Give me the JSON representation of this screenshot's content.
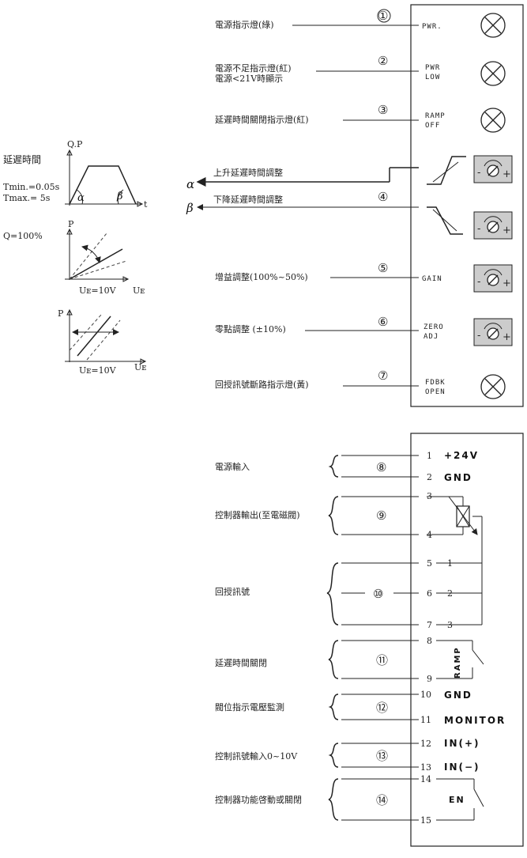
{
  "left": {
    "delay_title": "延遲時間",
    "qp_label": "Q.P",
    "t_label": "t",
    "tmin": "Tmin.=0.05s",
    "tmax": "Tmax.= 5s",
    "alpha": "α",
    "beta": "β",
    "q100": "Q=100%",
    "p_label": "P",
    "ue_label_1": "Uᴇ=10V",
    "ue_axis_1": "Uᴇ",
    "p_label_2": "P",
    "ue_label_2": "Uᴇ=10V",
    "ue_axis_2": "Uᴇ"
  },
  "panel1": [
    {
      "no": "①",
      "text": "電源指示燈(綠)",
      "label": "PWR.",
      "label2": ""
    },
    {
      "no": "②",
      "text": "電源不足指示燈(紅)",
      "text2": "電源<21V時顯示",
      "label": "PWR",
      "label2": "LOW"
    },
    {
      "no": "③",
      "text": "延遲時間關閉指示燈(紅)",
      "label": "RAMP",
      "label2": "OFF"
    },
    {
      "no": "④",
      "text_up": "上升延遲時間調整",
      "text_down": "下降延遲時間調整",
      "alpha": "α",
      "beta": "β"
    },
    {
      "no": "⑤",
      "text": "增益調整(100%~50%)",
      "label": "GAIN"
    },
    {
      "no": "⑥",
      "text": "零點調整 (±10%)",
      "label": "ZERO",
      "label2": "ADJ"
    },
    {
      "no": "⑦",
      "text": "回授訊號斷路指示燈(黃)",
      "label": "FDBK",
      "label2": "OPEN"
    }
  ],
  "panel2": {
    "groups": [
      {
        "no": "⑧",
        "text": "電源輸入"
      },
      {
        "no": "⑨",
        "text": "控制器輸出(至電磁閥)"
      },
      {
        "no": "⑩",
        "text": "回授訊號"
      },
      {
        "no": "⑪",
        "text": "延遲時間關閉"
      },
      {
        "no": "⑫",
        "text": "閥位指示電壓監測"
      },
      {
        "no": "⑬",
        "text": "控制訊號輸入0~10V"
      },
      {
        "no": "⑭",
        "text": "控制器功能啓動或關閉"
      }
    ],
    "pins": [
      "1",
      "2",
      "3",
      "4",
      "5",
      "6",
      "7",
      "8",
      "9",
      "10",
      "11",
      "12",
      "13",
      "14",
      "15"
    ],
    "pin_labels": {
      "p1": "+24V",
      "p2": "GND",
      "p10": "GND",
      "p11": "MONITOR",
      "p12": "IN(+)",
      "p13": "IN(−)",
      "ramp": "RAMP",
      "en": "EN"
    },
    "fb_nums": [
      "1",
      "2",
      "3"
    ]
  },
  "knob_signs": {
    "minus": "-",
    "plus": "+"
  }
}
